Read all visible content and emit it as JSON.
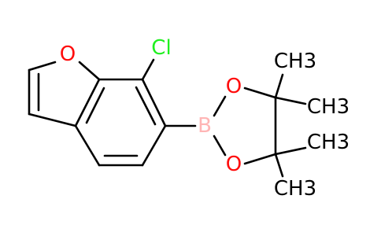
{
  "molecule": {
    "atoms": {
      "furan_oxygen": "O",
      "chlorine": "Cl",
      "boron": "B",
      "dioxaborolane_oxygen_top": "O",
      "dioxaborolane_oxygen_bottom": "O",
      "methyl_top_right": "CH3",
      "methyl_upper_right": "CH3",
      "methyl_lower_right": "CH3",
      "methyl_bottom": "CH3"
    },
    "colors": {
      "carbon_bond": "#000000",
      "oxygen": "#ff0d0d",
      "chlorine": "#1ff01f",
      "boron": "#ffb5b5",
      "hydrogen_text": "#000000"
    }
  }
}
